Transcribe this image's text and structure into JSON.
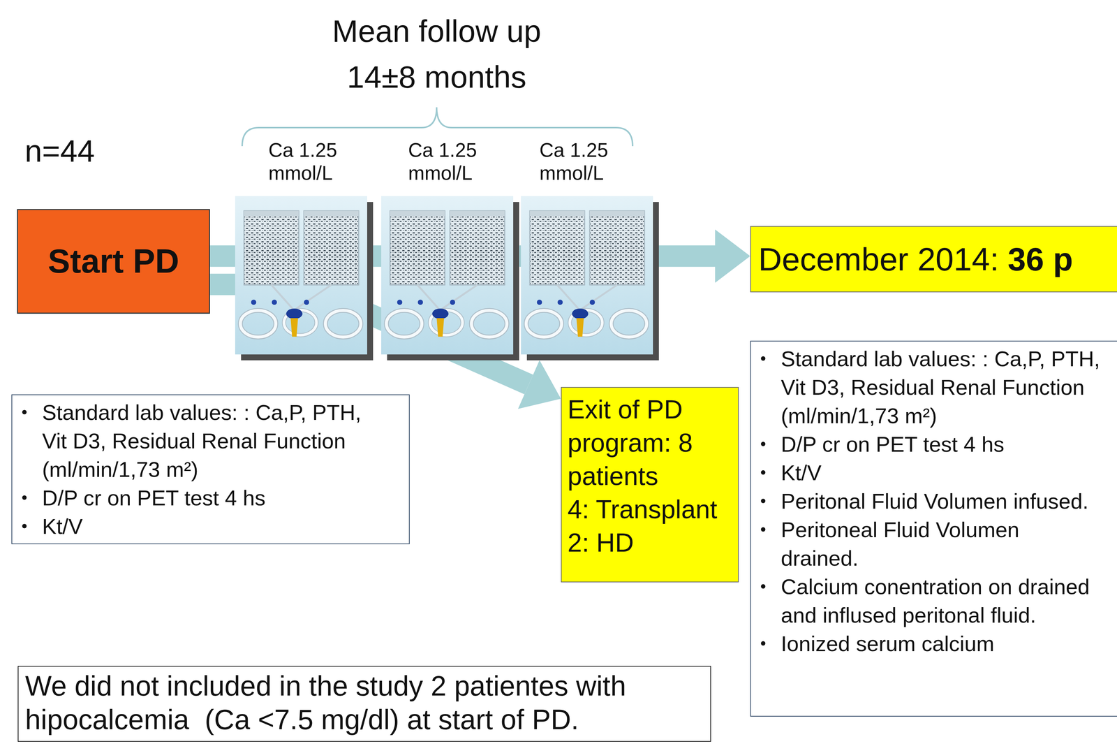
{
  "diagram": {
    "nodes": [
      {
        "text": [
          "Start PD"
        ]
      },
      {
        "text": [
          "December 2014:",
          "36 p"
        ]
      },
      {
        "text": [
          "Standard lab values: : Ca,P, PTH, Vit D3, Residual Renal Function (ml/min/1,73 m²)",
          "D/P cr on PET test 4 hs",
          "Kt/V"
        ]
      },
      {
        "text": [
          "Exit of PD program: 8 patients",
          "4: Transplant",
          "2: HD"
        ]
      },
      {
        "text": [
          "Standard lab values: : Ca,P, PTH, Vit D3, Residual Renal Function (ml/min/1,73 m²)",
          "D/P cr on PET test 4 hs",
          "Kt/V",
          "Peritonal Fluid Volumen infused.",
          "Peritoneal Fluid Volumen drained.",
          "Calcium conentration on drained and inflused peritonal fluid.",
          "Ionized serum calcium"
        ]
      },
      {
        "text": [
          "We did not included in the study 2 patientes with hipocalcemia  (Ca <7.5 mg/dl) at start of PD."
        ]
      }
    ],
    "edges": [
      {
        "from": 0,
        "to": 1,
        "arrow": "to"
      },
      {
        "from": 0,
        "to": 3,
        "arrow": "to"
      }
    ],
    "labels": [
      "Mean follow up",
      "14±8 months",
      "n=44",
      "Ca 1.25 mmol/L",
      "Ca 1.25 mmol/L",
      "Ca 1.25 mmol/L"
    ]
  }
}
